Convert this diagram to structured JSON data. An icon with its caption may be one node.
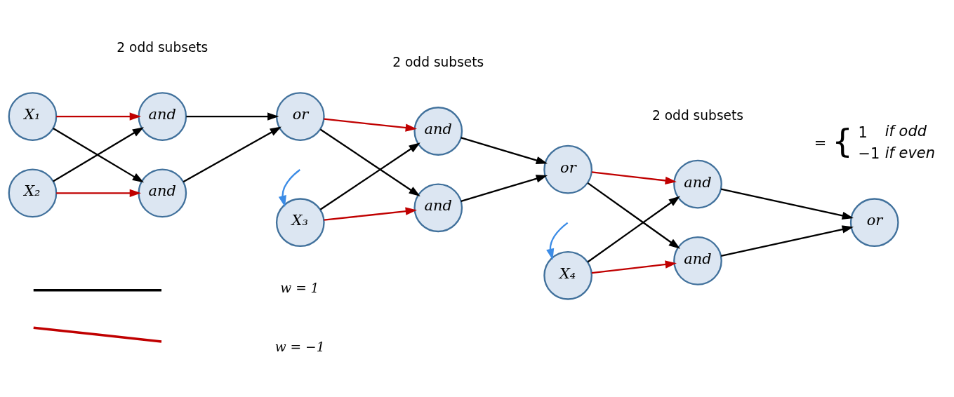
{
  "diagram": {
    "nodes": [
      {
        "text": [
          "X₁"
        ]
      },
      {
        "text": [
          "X₂"
        ]
      },
      {
        "text": [
          "and"
        ]
      },
      {
        "text": [
          "and"
        ]
      },
      {
        "text": [
          "or"
        ]
      },
      {
        "text": [
          "X₃"
        ]
      },
      {
        "text": [
          "and"
        ]
      },
      {
        "text": [
          "and"
        ]
      },
      {
        "text": [
          "or"
        ]
      },
      {
        "text": [
          "X₄"
        ]
      },
      {
        "text": [
          "and"
        ]
      },
      {
        "text": [
          "and"
        ]
      },
      {
        "text": [
          "or"
        ]
      }
    ],
    "edges": [
      {
        "from": 0,
        "to": 2,
        "arrow": "to",
        "color": "#c00000"
      },
      {
        "from": 0,
        "to": 3,
        "arrow": "to"
      },
      {
        "from": 1,
        "to": 2,
        "arrow": "to"
      },
      {
        "from": 1,
        "to": 3,
        "arrow": "to",
        "color": "#c00000"
      },
      {
        "from": 2,
        "to": 4,
        "arrow": "to"
      },
      {
        "from": 3,
        "to": 4,
        "arrow": "to"
      },
      {
        "from": 4,
        "to": 6,
        "arrow": "to",
        "color": "#c00000"
      },
      {
        "from": 4,
        "to": 7,
        "arrow": "to"
      },
      {
        "from": 5,
        "to": 6,
        "arrow": "to"
      },
      {
        "from": 5,
        "to": 7,
        "arrow": "to",
        "color": "#c00000"
      },
      {
        "from": 6,
        "to": 8,
        "arrow": "to"
      },
      {
        "from": 7,
        "to": 8,
        "arrow": "to"
      },
      {
        "from": 8,
        "to": 10,
        "arrow": "to",
        "color": "#c00000"
      },
      {
        "from": 8,
        "to": 11,
        "arrow": "to"
      },
      {
        "from": 9,
        "to": 10,
        "arrow": "to"
      },
      {
        "from": 9,
        "to": 11,
        "arrow": "to",
        "color": "#c00000"
      },
      {
        "from": 10,
        "to": 12,
        "arrow": "to"
      },
      {
        "from": 11,
        "to": 12,
        "arrow": "to"
      },
      {
        "from": null,
        "to": 5,
        "arrow": "to",
        "color": "#3c8ce6"
      },
      {
        "from": null,
        "to": 9,
        "arrow": "to",
        "color": "#3c8ce6"
      }
    ],
    "labels": [
      "2 odd subsets",
      "2 odd subsets",
      "2 odd subsets",
      "=",
      "{",
      "1",
      "if odd",
      "−1",
      "if even"
    ],
    "legend": [
      {
        "text": "w = 1"
      },
      {
        "text": "w = −1"
      }
    ]
  }
}
